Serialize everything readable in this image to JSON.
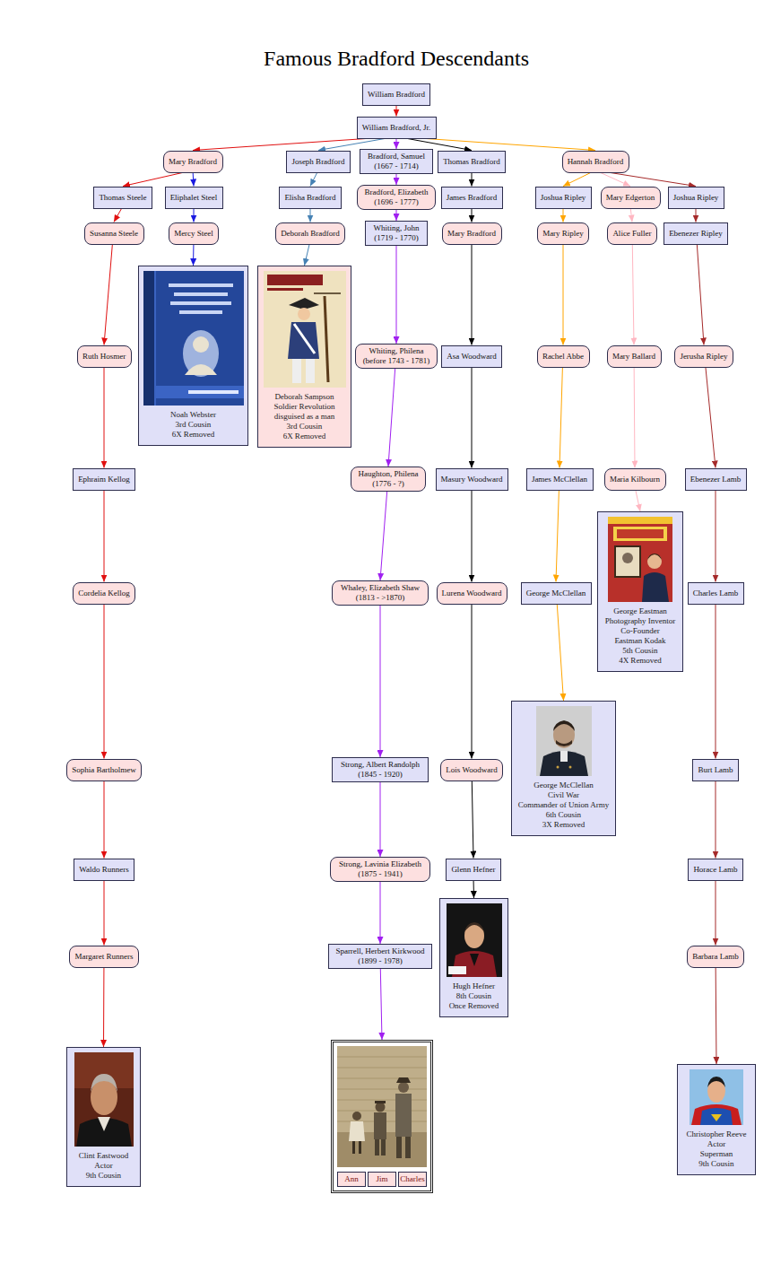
{
  "diagram": {
    "title": "Famous Bradford Descendants",
    "nodes": [
      {
        "text": [
          "William Bradford"
        ]
      },
      {
        "text": [
          "William Bradford, Jr."
        ]
      },
      {
        "text": [
          "Mary Bradford"
        ]
      },
      {
        "text": [
          "Joseph Bradford"
        ]
      },
      {
        "text": [
          "Bradford, Samuel (1667 - 1714)"
        ]
      },
      {
        "text": [
          "Thomas Bradford"
        ]
      },
      {
        "text": [
          "Hannah Bradford"
        ]
      },
      {
        "text": [
          "Thomas Steele"
        ]
      },
      {
        "text": [
          "Eliphalet Steel"
        ]
      },
      {
        "text": [
          "Elisha Bradford"
        ]
      },
      {
        "text": [
          "Bradford, Elizabeth (1696 - 1777)"
        ]
      },
      {
        "text": [
          "James Bradford"
        ]
      },
      {
        "text": [
          "Joshua Ripley"
        ]
      },
      {
        "text": [
          "Mary Edgerton"
        ]
      },
      {
        "text": [
          "Joshua Ripley"
        ]
      },
      {
        "text": [
          "Susanna Steele"
        ]
      },
      {
        "text": [
          "Mercy Steel"
        ]
      },
      {
        "text": [
          "Deborah Bradford"
        ]
      },
      {
        "text": [
          "Whiting, John (1719 - 1770)"
        ]
      },
      {
        "text": [
          "Mary Bradford"
        ]
      },
      {
        "text": [
          "Mary Ripley"
        ]
      },
      {
        "text": [
          "Alice Fuller"
        ]
      },
      {
        "text": [
          "Ebenezer Ripley"
        ]
      },
      {
        "text": [
          "Noah Webster",
          "3rd Cousin",
          "6X Removed"
        ]
      },
      {
        "text": [
          "Deborah Sampson",
          "Soldier Revolution disguised as a man",
          "3rd Cousin",
          "6X Removed"
        ]
      },
      {
        "text": [
          "Ruth Hosmer"
        ]
      },
      {
        "text": [
          "Whiting, Philena (before 1743 - 1781)"
        ]
      },
      {
        "text": [
          "Asa Woodward"
        ]
      },
      {
        "text": [
          "Rachel Abbe"
        ]
      },
      {
        "text": [
          "Mary Ballard"
        ]
      },
      {
        "text": [
          "Jerusha Ripley"
        ]
      },
      {
        "text": [
          "Ephraim Kellog"
        ]
      },
      {
        "text": [
          "Haughton, Philena (1776 - ?)"
        ]
      },
      {
        "text": [
          "Masury Woodward"
        ]
      },
      {
        "text": [
          "James McClellan"
        ]
      },
      {
        "text": [
          "Maria Kilbourn"
        ]
      },
      {
        "text": [
          "Ebenezer Lamb"
        ]
      },
      {
        "text": [
          "George Eastman",
          "Photography Inventor",
          "Co-Founder",
          "Eastman Kodak",
          "5th Cousin",
          "4X Removed"
        ]
      },
      {
        "text": [
          "Cordelia Kellog"
        ]
      },
      {
        "text": [
          "Whaley, Elizabeth Shaw (1813 - >1870)"
        ]
      },
      {
        "text": [
          "Lurena Woodward"
        ]
      },
      {
        "text": [
          "George McClellan"
        ]
      },
      {
        "text": [
          "Charles Lamb"
        ]
      },
      {
        "text": [
          "George McClellan",
          "Civil War",
          "Commander of Union Army",
          "6th Cousin",
          "3X Removed"
        ]
      },
      {
        "text": [
          "Sophia Bartholmew"
        ]
      },
      {
        "text": [
          "Strong, Albert Randolph (1845 - 1920)"
        ]
      },
      {
        "text": [
          "Lois Woodward"
        ]
      },
      {
        "text": [
          "Burt Lamb"
        ]
      },
      {
        "text": [
          "Waldo Runners"
        ]
      },
      {
        "text": [
          "Strong, Lavinia Elizabeth (1875 - 1941)"
        ]
      },
      {
        "text": [
          "Glenn Hefner"
        ]
      },
      {
        "text": [
          "Horace Lamb"
        ]
      },
      {
        "text": [
          "Hugh Hefner",
          "8th Cousin",
          "Once Removed"
        ]
      },
      {
        "text": [
          "Margaret Runners"
        ]
      },
      {
        "text": [
          "Sparrell, Herbert Kirkwood (1899 - 1978)"
        ]
      },
      {
        "text": [
          "Barbara Lamb"
        ]
      },
      {
        "text": [
          "Clint Eastwood",
          "Actor",
          "9th Cousin"
        ]
      },
      {
        "text": [
          "Ann",
          "Jim",
          "Charles"
        ]
      },
      {
        "text": [
          "Christopher Reeve",
          "Actor",
          "Superman",
          "9th Cousin"
        ]
      }
    ],
    "edges": [
      {
        "from": 0,
        "to": 1,
        "arrow": "to"
      },
      {
        "from": 1,
        "to": 2,
        "arrow": "to"
      },
      {
        "from": 1,
        "to": 3,
        "arrow": "to"
      },
      {
        "from": 1,
        "to": 4,
        "arrow": "to"
      },
      {
        "from": 1,
        "to": 5,
        "arrow": "to"
      },
      {
        "from": 1,
        "to": 6,
        "arrow": "to"
      },
      {
        "from": 2,
        "to": 7,
        "arrow": "to"
      },
      {
        "from": 2,
        "to": 8,
        "arrow": "to"
      },
      {
        "from": 3,
        "to": 9,
        "arrow": "to"
      },
      {
        "from": 4,
        "to": 10,
        "arrow": "to"
      },
      {
        "from": 5,
        "to": 11,
        "arrow": "to"
      },
      {
        "from": 6,
        "to": 12,
        "arrow": "to"
      },
      {
        "from": 6,
        "to": 13,
        "arrow": "to"
      },
      {
        "from": 6,
        "to": 14,
        "arrow": "to"
      },
      {
        "from": 7,
        "to": 15,
        "arrow": "to"
      },
      {
        "from": 8,
        "to": 16,
        "arrow": "to"
      },
      {
        "from": 9,
        "to": 17,
        "arrow": "to"
      },
      {
        "from": 10,
        "to": 18,
        "arrow": "to"
      },
      {
        "from": 11,
        "to": 19,
        "arrow": "to"
      },
      {
        "from": 12,
        "to": 20,
        "arrow": "to"
      },
      {
        "from": 13,
        "to": 21,
        "arrow": "to"
      },
      {
        "from": 14,
        "to": 22,
        "arrow": "to"
      },
      {
        "from": 15,
        "to": 25,
        "arrow": "to"
      },
      {
        "from": 16,
        "to": 23,
        "arrow": "to"
      },
      {
        "from": 17,
        "to": 24,
        "arrow": "to"
      },
      {
        "from": 18,
        "to": 26,
        "arrow": "to"
      },
      {
        "from": 19,
        "to": 27,
        "arrow": "to"
      },
      {
        "from": 20,
        "to": 28,
        "arrow": "to"
      },
      {
        "from": 21,
        "to": 29,
        "arrow": "to"
      },
      {
        "from": 22,
        "to": 30,
        "arrow": "to"
      },
      {
        "from": 25,
        "to": 31,
        "arrow": "to"
      },
      {
        "from": 26,
        "to": 32,
        "arrow": "to"
      },
      {
        "from": 27,
        "to": 33,
        "arrow": "to"
      },
      {
        "from": 28,
        "to": 34,
        "arrow": "to"
      },
      {
        "from": 29,
        "to": 35,
        "arrow": "to"
      },
      {
        "from": 30,
        "to": 36,
        "arrow": "to"
      },
      {
        "from": 31,
        "to": 38,
        "arrow": "to"
      },
      {
        "from": 32,
        "to": 39,
        "arrow": "to"
      },
      {
        "from": 33,
        "to": 40,
        "arrow": "to"
      },
      {
        "from": 34,
        "to": 41,
        "arrow": "to"
      },
      {
        "from": 35,
        "to": 37,
        "arrow": "to"
      },
      {
        "from": 36,
        "to": 42,
        "arrow": "to"
      },
      {
        "from": 38,
        "to": 44,
        "arrow": "to"
      },
      {
        "from": 39,
        "to": 45,
        "arrow": "to"
      },
      {
        "from": 40,
        "to": 46,
        "arrow": "to"
      },
      {
        "from": 41,
        "to": 43,
        "arrow": "to"
      },
      {
        "from": 42,
        "to": 47,
        "arrow": "to"
      },
      {
        "from": 44,
        "to": 48,
        "arrow": "to"
      },
      {
        "from": 45,
        "to": 49,
        "arrow": "to"
      },
      {
        "from": 46,
        "to": 50,
        "arrow": "to"
      },
      {
        "from": 47,
        "to": 51,
        "arrow": "to"
      },
      {
        "from": 48,
        "to": 53,
        "arrow": "to"
      },
      {
        "from": 49,
        "to": 54,
        "arrow": "to"
      },
      {
        "from": 50,
        "to": 52,
        "arrow": "to"
      },
      {
        "from": 51,
        "to": 55,
        "arrow": "to"
      },
      {
        "from": 53,
        "to": 56,
        "arrow": "to"
      },
      {
        "from": 54,
        "to": 57,
        "arrow": "to"
      },
      {
        "from": 55,
        "to": 58,
        "arrow": "to"
      }
    ]
  }
}
